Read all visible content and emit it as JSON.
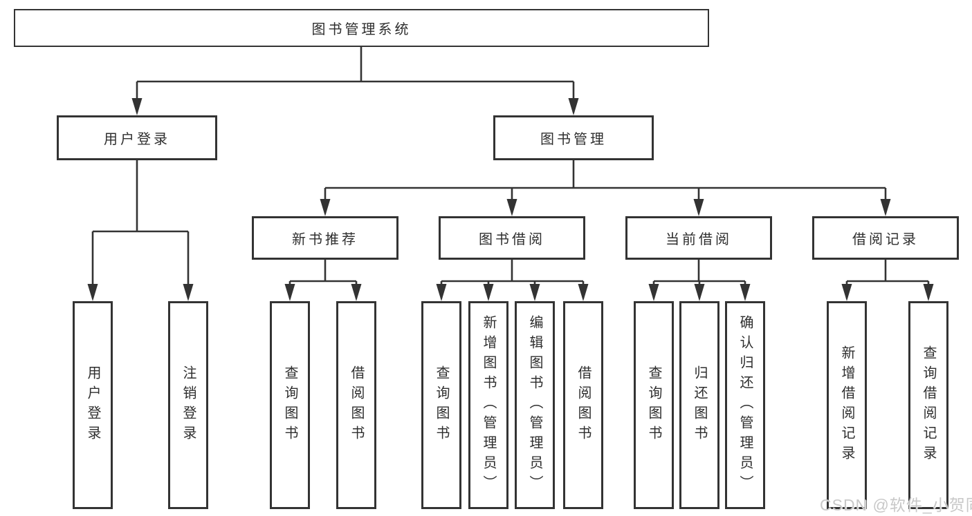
{
  "diagram": {
    "type": "hierarchy-tree",
    "background": "#ffffff",
    "line_color": "#333333",
    "box_fill": "#ffffff",
    "box_border_color": "#333333",
    "text_color": "#2e2e2e"
  },
  "nodes": {
    "root": {
      "label": "图书管理系统"
    },
    "user_login": {
      "label": "用户登录"
    },
    "book_mgmt": {
      "label": "图书管理"
    },
    "new_rec": {
      "label": "新书推荐"
    },
    "borrow": {
      "label": "图书借阅"
    },
    "current": {
      "label": "当前借阅"
    },
    "records": {
      "label": "借阅记录"
    },
    "leaf_user_login": {
      "label": "用户登录"
    },
    "leaf_logout": {
      "label": "注销登录"
    },
    "rec_query": {
      "label": "查询图书"
    },
    "rec_borrow": {
      "label": "借阅图书"
    },
    "bb_query": {
      "label": "查询图书"
    },
    "bb_add": {
      "label": "新增图书（管理员）"
    },
    "bb_edit": {
      "label": "编辑图书（管理员）"
    },
    "bb_borrow": {
      "label": "借阅图书"
    },
    "cb_query": {
      "label": "查询图书"
    },
    "cb_return": {
      "label": "归还图书"
    },
    "cb_confirm": {
      "label": "确认归还（管理员）"
    },
    "br_add": {
      "label": "新增借阅记录"
    },
    "br_query": {
      "label": "查询借阅记录"
    }
  },
  "edges": [
    [
      "root",
      "user_login"
    ],
    [
      "root",
      "book_mgmt"
    ],
    [
      "user_login",
      "leaf_user_login"
    ],
    [
      "user_login",
      "leaf_logout"
    ],
    [
      "book_mgmt",
      "new_rec"
    ],
    [
      "book_mgmt",
      "borrow"
    ],
    [
      "book_mgmt",
      "current"
    ],
    [
      "book_mgmt",
      "records"
    ],
    [
      "new_rec",
      "rec_query"
    ],
    [
      "new_rec",
      "rec_borrow"
    ],
    [
      "borrow",
      "bb_query"
    ],
    [
      "borrow",
      "bb_add"
    ],
    [
      "borrow",
      "bb_edit"
    ],
    [
      "borrow",
      "bb_borrow"
    ],
    [
      "current",
      "cb_query"
    ],
    [
      "current",
      "cb_return"
    ],
    [
      "current",
      "cb_confirm"
    ],
    [
      "records",
      "br_add"
    ],
    [
      "records",
      "br_query"
    ]
  ],
  "watermark": {
    "text": "CSDN @软件_小贺同学",
    "color": "#c8c8c8"
  }
}
